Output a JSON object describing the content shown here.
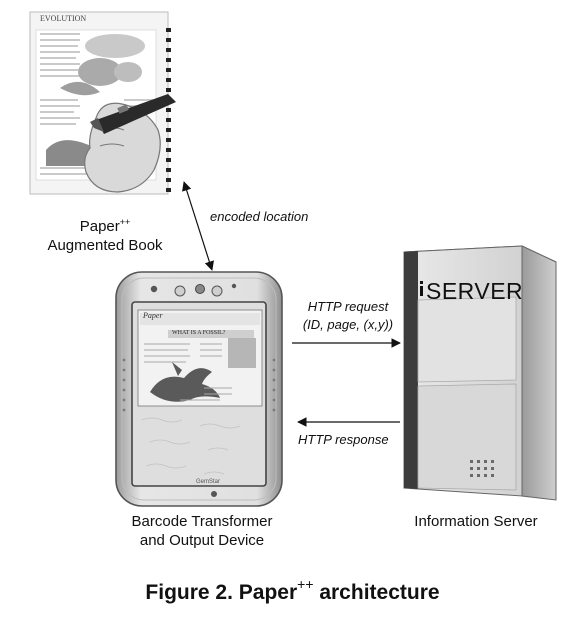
{
  "book": {
    "page_title": "EVOLUTION",
    "label_line1": "Paper",
    "label_sup": "++",
    "label_line2": "Augmented Book"
  },
  "device": {
    "screen_logo": "Paper",
    "screen_heading": "WHAT IS A FOSSIL?",
    "brand": "GemStar",
    "label_line1": "Barcode Transformer",
    "label_line2": "and Output Device"
  },
  "server": {
    "logo": "SERVER",
    "label": "Information Server"
  },
  "arrows": {
    "encoded_location": "encoded location",
    "http_request_line1": "HTTP request",
    "http_request_line2": "(ID, page, (x,y))",
    "http_response": "HTTP response"
  },
  "caption": {
    "prefix": "Figure 2. Paper",
    "sup": "++",
    "suffix": " architecture"
  }
}
